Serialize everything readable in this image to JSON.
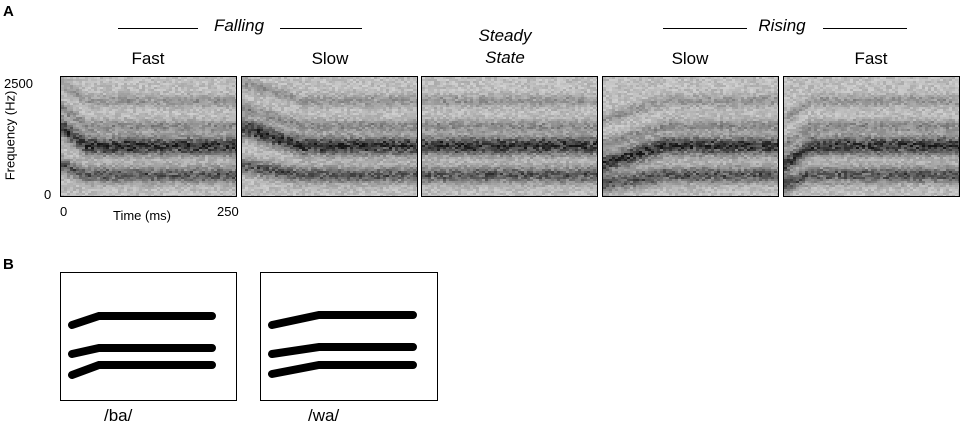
{
  "panel_a": {
    "letter": "A",
    "groups": {
      "falling": "Falling",
      "rising": "Rising"
    },
    "conditions": [
      {
        "label": "Fast",
        "italic": false
      },
      {
        "label": "Slow",
        "italic": false
      },
      {
        "label": "Steady State",
        "italic": true
      },
      {
        "label": "Slow",
        "italic": false
      },
      {
        "label": "Fast",
        "italic": false
      }
    ],
    "y_axis": {
      "label": "Frequency (Hz)",
      "max_tick": "2500",
      "min_tick": "0"
    },
    "x_axis": {
      "label": "Time (ms)",
      "min_tick": "0",
      "max_tick": "250"
    }
  },
  "panel_b": {
    "letter": "B",
    "syllables": [
      "/ba/",
      "/wa/"
    ]
  }
}
